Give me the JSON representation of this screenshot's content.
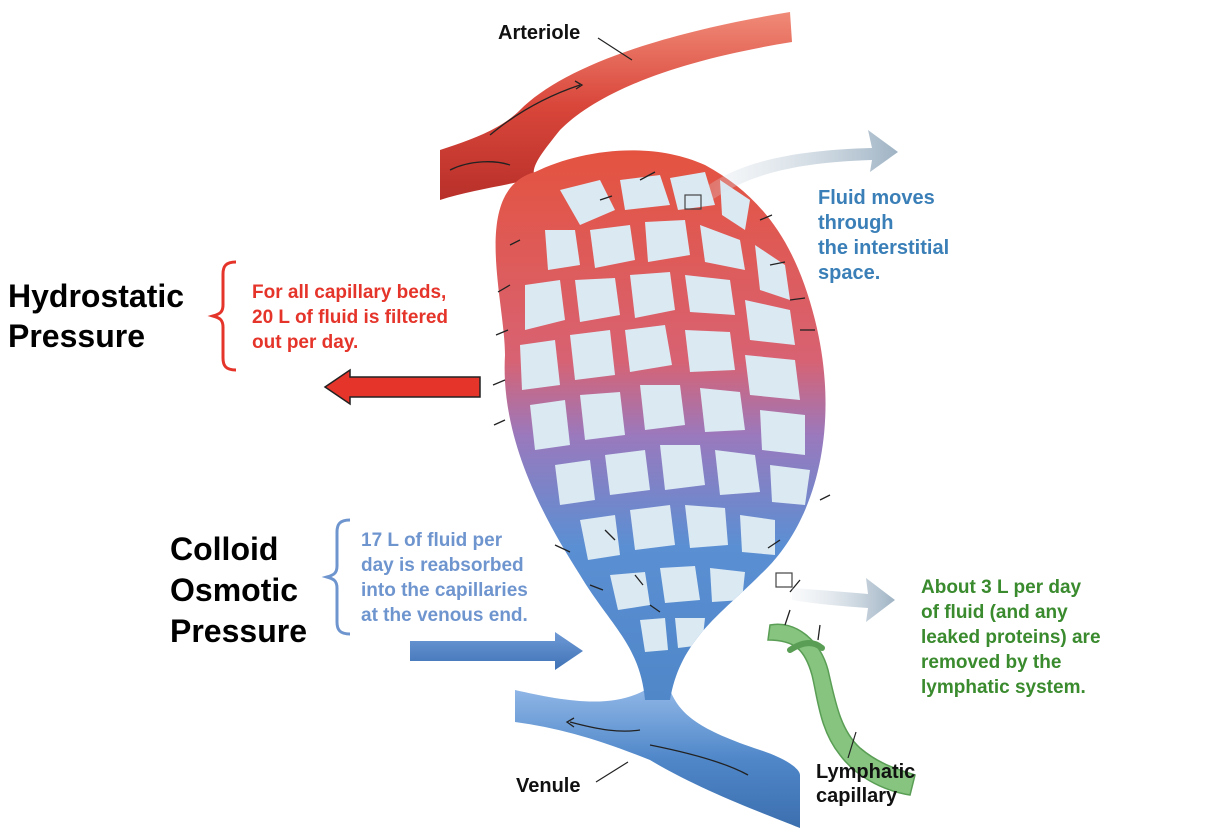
{
  "labels": {
    "arteriole": "Arteriole",
    "venule": "Venule",
    "lymphatic": [
      "Lymphatic",
      "capillary"
    ]
  },
  "left": {
    "hydrostatic": [
      "Hydrostatic",
      "Pressure"
    ],
    "colloid": [
      "Colloid",
      "Osmotic",
      "Pressure"
    ]
  },
  "notes": {
    "filtered": [
      "For all capillary beds,",
      "20 L of fluid is filtered",
      "out per day."
    ],
    "reabsorbed": [
      "17 L of fluid per",
      "day is reabsorbed",
      "into the capillaries",
      "at the venous end."
    ],
    "interstitial": [
      "Fluid moves",
      "through",
      "the interstitial",
      "space."
    ],
    "lymph_removed": [
      "About 3 L per day",
      "of fluid (and any",
      "leaked proteins) are",
      "removed by the",
      "lymphatic system."
    ]
  },
  "colors": {
    "filtered_text": "#e5342a",
    "reabsorbed_text": "#6f95cf",
    "interstitial_text": "#3a7fb7",
    "lymph_text": "#3a8a2e",
    "arteriole": "#d9463a",
    "venule": "#4f87c9",
    "lymphatic": "#7fbf7a"
  },
  "icons": [
    "red-arrow-left-icon",
    "blue-arrow-right-icon",
    "gray-arrow-icon"
  ]
}
